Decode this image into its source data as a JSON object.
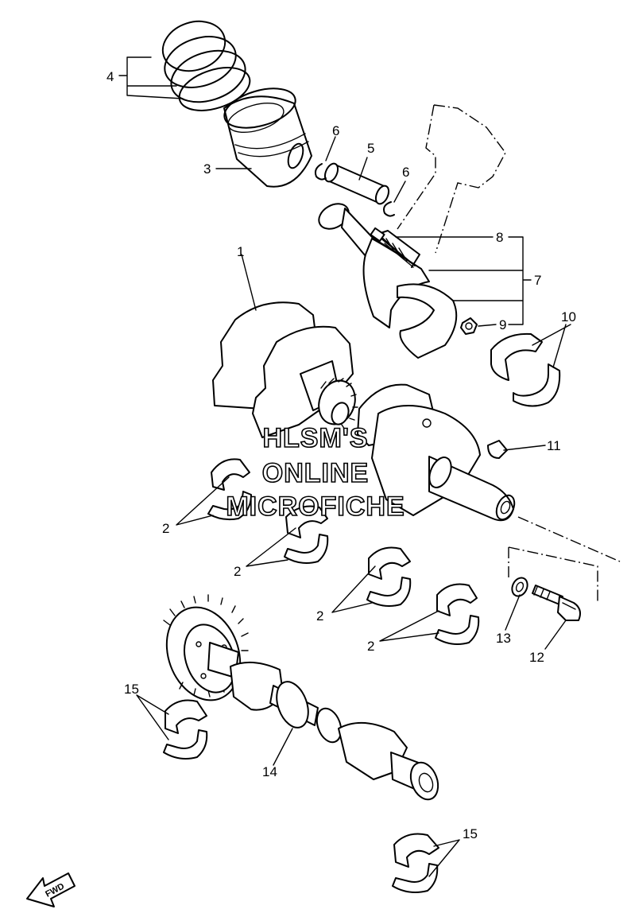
{
  "diagram": {
    "callouts": {
      "c1": "1",
      "c2a": "2",
      "c2b": "2",
      "c2c": "2",
      "c2d": "2",
      "c3": "3",
      "c4": "4",
      "c5": "5",
      "c6a": "6",
      "c6b": "6",
      "c7": "7",
      "c8": "8",
      "c9": "9",
      "c10": "10",
      "c11": "11",
      "c12": "12",
      "c13": "13",
      "c14": "14",
      "c15a": "15",
      "c15b": "15"
    },
    "watermark": {
      "line1": "HLSM'S",
      "line2": "ONLINE",
      "line3": "MICROFICHE"
    },
    "fwd_label": "FWD"
  }
}
